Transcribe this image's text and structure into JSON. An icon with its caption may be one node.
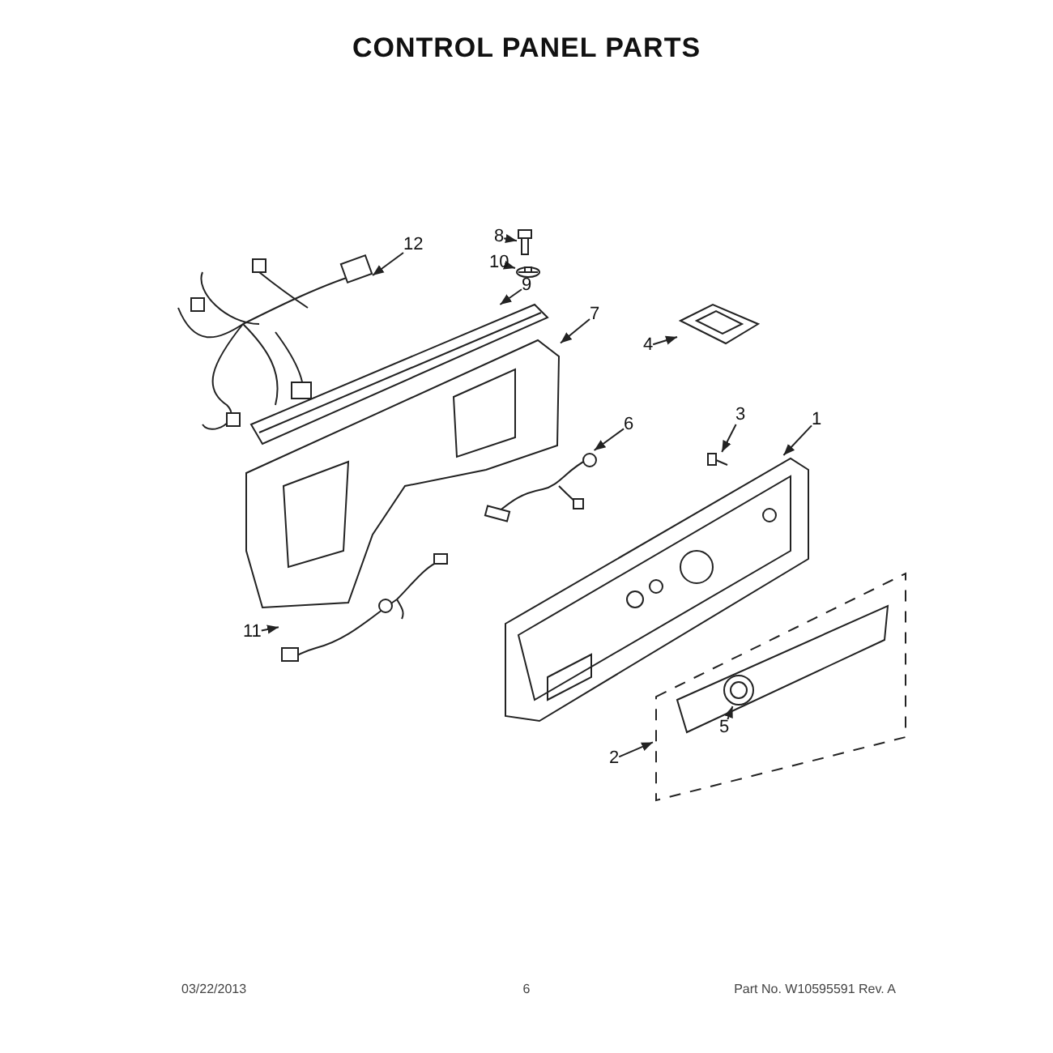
{
  "diagram": {
    "title": "CONTROL PANEL PARTS",
    "nodes": [
      {
        "text": [
          "12"
        ]
      },
      {
        "text": [],
        "shape": "picture"
      },
      {
        "text": [
          "8"
        ]
      },
      {
        "text": [],
        "shape": "picture"
      },
      {
        "text": [
          "10"
        ]
      },
      {
        "text": [],
        "shape": "picture"
      },
      {
        "text": [
          "9"
        ]
      },
      {
        "text": [],
        "shape": "picture"
      },
      {
        "text": [
          "7"
        ]
      },
      {
        "text": [],
        "shape": "picture"
      },
      {
        "text": [
          "4"
        ]
      },
      {
        "text": [],
        "shape": "picture"
      },
      {
        "text": [
          "6"
        ]
      },
      {
        "text": [],
        "shape": "picture"
      },
      {
        "text": [
          "3"
        ]
      },
      {
        "text": [],
        "shape": "picture"
      },
      {
        "text": [
          "1"
        ]
      },
      {
        "text": [],
        "shape": "picture"
      },
      {
        "text": [
          "11"
        ]
      },
      {
        "text": [],
        "shape": "picture"
      },
      {
        "text": [
          "2"
        ]
      },
      {
        "text": [],
        "shape": "picture"
      },
      {
        "text": [
          "5"
        ],
        "in": 21
      },
      {
        "text": [],
        "shape": "picture",
        "in": 21
      }
    ],
    "edges": [
      {
        "from": 0,
        "to": 1,
        "arrow": "to"
      },
      {
        "from": 2,
        "to": 3,
        "arrow": "to"
      },
      {
        "from": 4,
        "to": 5,
        "arrow": "to"
      },
      {
        "from": 6,
        "to": 7,
        "arrow": "to"
      },
      {
        "from": 8,
        "to": 9,
        "arrow": "to"
      },
      {
        "from": 10,
        "to": 11,
        "arrow": "to"
      },
      {
        "from": 12,
        "to": 13,
        "arrow": "to"
      },
      {
        "from": 14,
        "to": 15,
        "arrow": "to"
      },
      {
        "from": 16,
        "to": 17,
        "arrow": "to"
      },
      {
        "from": 18,
        "to": 19,
        "arrow": "to"
      },
      {
        "from": 20,
        "to": 21,
        "arrow": "to"
      },
      {
        "from": 22,
        "to": 23,
        "arrow": "to"
      }
    ],
    "labels": [
      "03/22/2013",
      "6",
      "Part No. W10595591 Rev. A"
    ]
  }
}
